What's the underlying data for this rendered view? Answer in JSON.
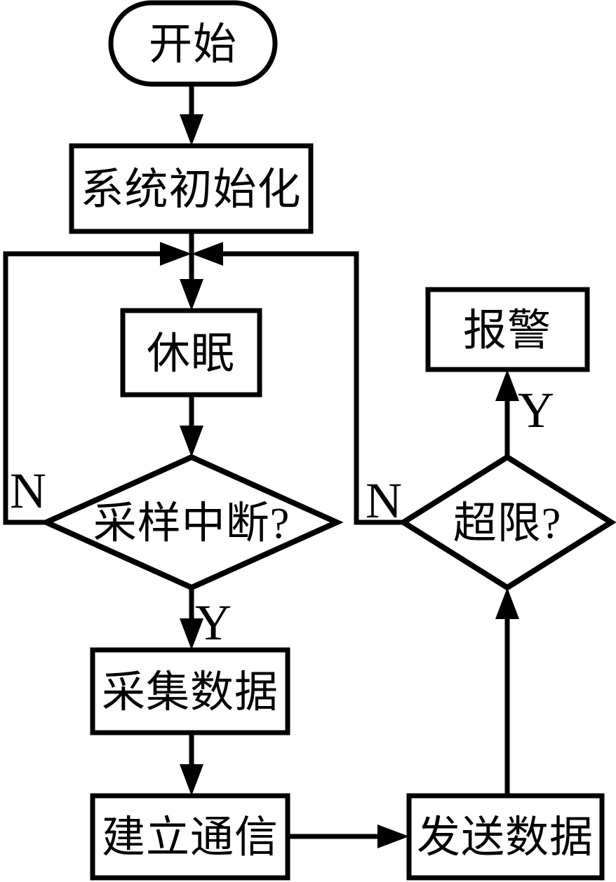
{
  "diagram": {
    "type": "flowchart",
    "nodes": {
      "start": {
        "label": "开始",
        "shape": "stadium"
      },
      "init": {
        "label": "系统初始化",
        "shape": "rect"
      },
      "sleep": {
        "label": "休眠",
        "shape": "rect"
      },
      "sample": {
        "label": "采样中断?",
        "shape": "diamond"
      },
      "collect": {
        "label": "采集数据",
        "shape": "rect"
      },
      "comm": {
        "label": "建立通信",
        "shape": "rect"
      },
      "send": {
        "label": "发送数据",
        "shape": "rect"
      },
      "limit": {
        "label": "超限?",
        "shape": "diamond"
      },
      "alarm": {
        "label": "报警",
        "shape": "rect"
      }
    },
    "labels": {
      "sample_yes": "Y",
      "sample_no": "N",
      "limit_yes": "Y",
      "limit_no": "N"
    },
    "colors": {
      "stroke": "#000000",
      "fill": "#ffffff"
    }
  }
}
